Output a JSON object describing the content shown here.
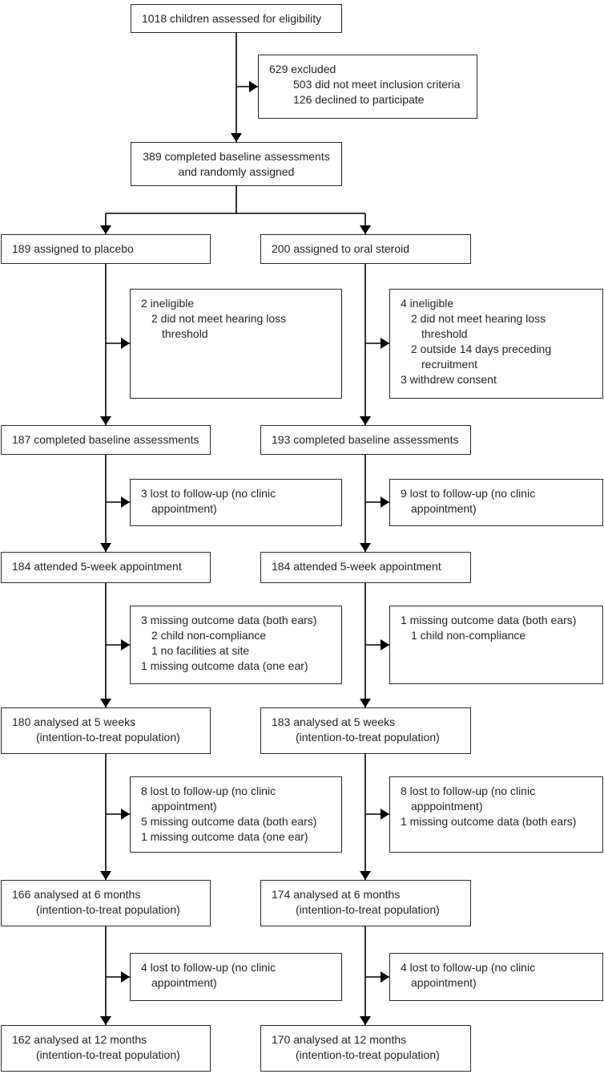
{
  "figure": {
    "colors": {
      "text": "#231f20",
      "border": "#2d2b2a",
      "arrow": "#000000",
      "background": "#ffffff"
    },
    "boxes": {
      "assessed": [
        "1018 children assessed for eligibility"
      ],
      "excluded": [
        "629 excluded",
        "503 did not meet inclusion criteria",
        "126 declined to participate"
      ],
      "randomized": [
        "389 completed baseline assessments",
        "and randomly assigned"
      ],
      "placebo_assigned": [
        "189 assigned to placebo"
      ],
      "steroid_assigned": [
        "200 assigned to oral steroid"
      ],
      "placebo_ineligible": [
        "2 ineligible",
        "2 did not meet hearing loss",
        "threshold"
      ],
      "steroid_ineligible": [
        "4 ineligible",
        "2 did not meet hearing loss",
        "threshold",
        "2 outside 14 days preceding",
        "recruitment",
        "3 withdrew consent"
      ],
      "placebo_baseline": [
        "187 completed baseline assessments"
      ],
      "steroid_baseline": [
        "193 completed baseline assessments"
      ],
      "placebo_lost_5wk": [
        "3 lost to follow-up (no clinic",
        "appointment)"
      ],
      "steroid_lost_5wk": [
        "9 lost to follow-up (no clinic",
        "appointment)"
      ],
      "placebo_attended": [
        "184 attended 5-week appointment"
      ],
      "steroid_attended": [
        "184 attended 5-week appointment"
      ],
      "placebo_missing_5wk": [
        "3 missing outcome data (both ears)",
        "2 child non-compliance",
        "1 no facilities at site",
        "1 missing outcome data (one ear)"
      ],
      "steroid_missing_5wk": [
        "1 missing outcome data (both ears)",
        "1 child non-compliance"
      ],
      "placebo_analysed_5wk": [
        "180 analysed at 5 weeks",
        "(intention-to-treat population)"
      ],
      "steroid_analysed_5wk": [
        "183 analysed at 5 weeks",
        "(intention-to-treat population)"
      ],
      "placebo_lost_6mo": [
        "8 lost to follow-up (no clinic",
        "appointment)",
        "5 missing outcome data (both ears)",
        "1 missing outcome data (one ear)"
      ],
      "steroid_lost_6mo": [
        "8 lost to follow-up (no clinic",
        "apppointment)",
        "1 missing outcome data (both ears)"
      ],
      "placebo_analysed_6mo": [
        "166 analysed at 6 months",
        "(intention-to-treat population)"
      ],
      "steroid_analysed_6mo": [
        "174 analysed at 6 months",
        "(intention-to-treat population)"
      ],
      "placebo_lost_12mo": [
        "4 lost to follow-up (no clinic",
        "appointment)"
      ],
      "steroid_lost_12mo": [
        "4 lost to follow-up (no clinic",
        "appointment)"
      ],
      "placebo_analysed_12mo": [
        "162 analysed at 12 months",
        "(intention-to-treat population)"
      ],
      "steroid_analysed_12mo": [
        "170 analysed at 12 months",
        "(intention-to-treat population)"
      ]
    }
  }
}
